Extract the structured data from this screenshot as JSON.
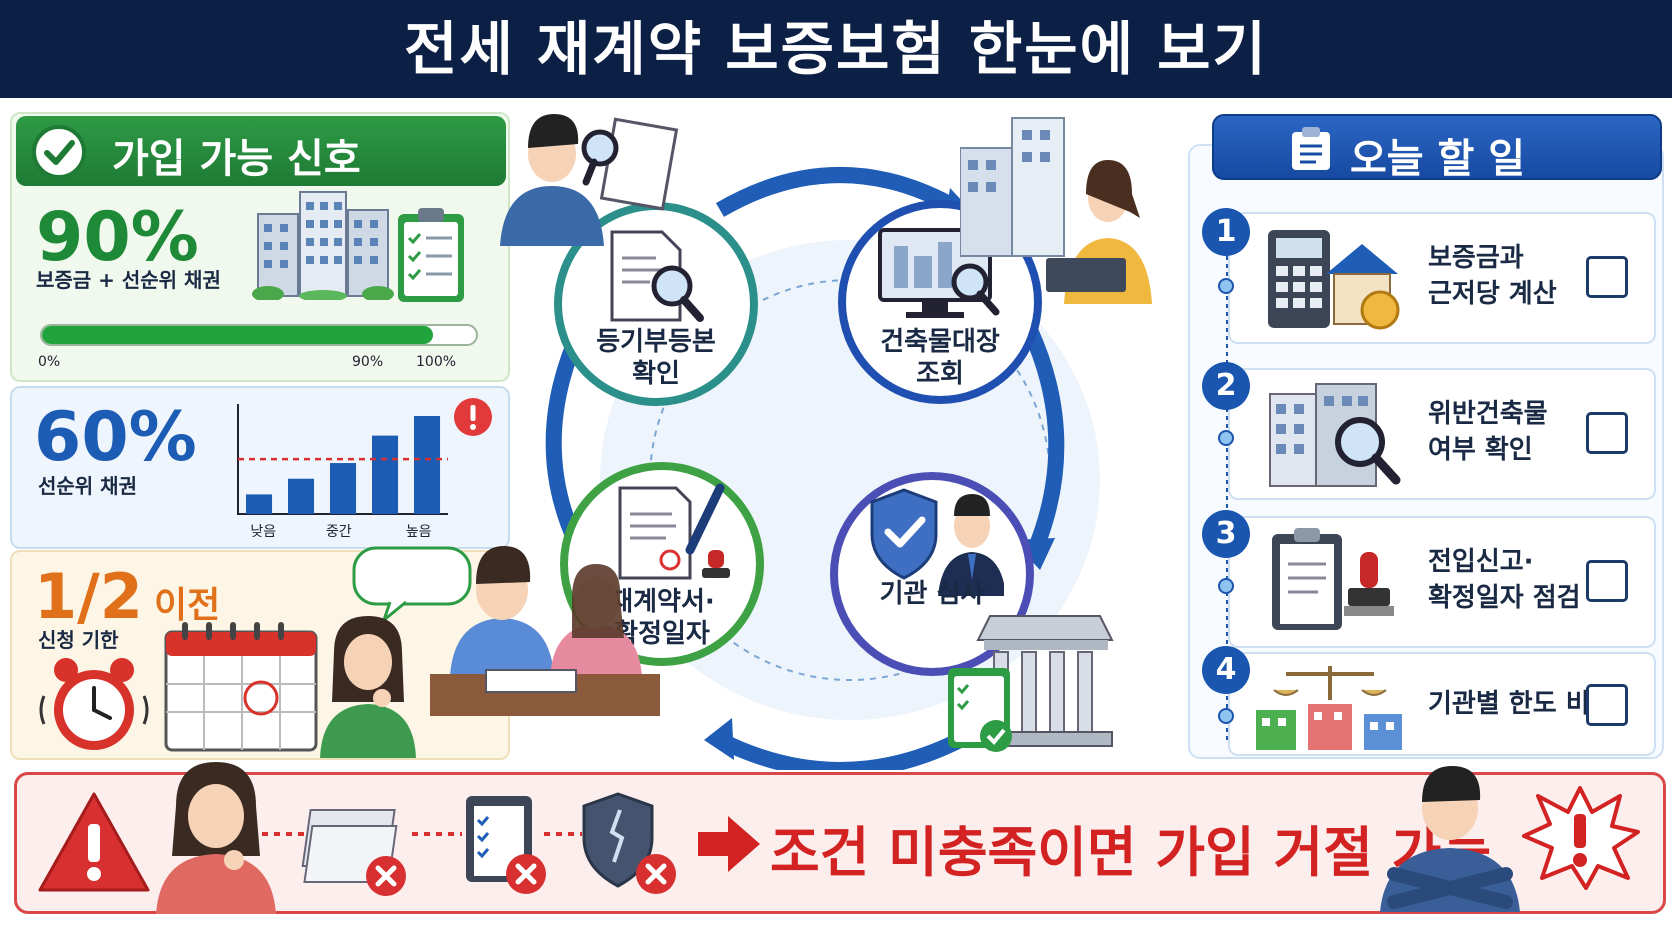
{
  "header": {
    "title": "전세 재계약 보증보험 한눈에 보기"
  },
  "signal": {
    "title": "가입 가능 신호",
    "percent": "90%",
    "label": "보증금 + 선순위 채권",
    "progress": 0.9,
    "tick_min": "0%",
    "tick_mark": "90%",
    "tick_max": "100%"
  },
  "senior": {
    "percent": "60%",
    "label": "선순위 채권",
    "chart_data": {
      "type": "bar",
      "values": [
        1,
        1.8,
        2.6,
        4,
        5
      ],
      "threshold": 2.8,
      "tick_labels": [
        "낮음",
        "중간",
        "높음"
      ]
    }
  },
  "deadline": {
    "fraction": "1/2",
    "suffix": "이전",
    "label": "신청 기한"
  },
  "steps": [
    {
      "label": "등기부등본\n확인"
    },
    {
      "label": "건축물대장\n조회"
    },
    {
      "label": "재계약서·\n확정일자"
    },
    {
      "label": "기관 심사"
    }
  ],
  "todo": {
    "title": "오늘 할 일",
    "items": [
      {
        "num": "1",
        "text": "보증금과\n근저당 계산"
      },
      {
        "num": "2",
        "text": "위반건축물\n여부 확인"
      },
      {
        "num": "3",
        "text": "전입신고·\n확정일자 점검"
      },
      {
        "num": "4",
        "text": "기관별 한도 비교"
      }
    ]
  },
  "warning": {
    "text": "조건 미충족이면 가입 거절 가능"
  },
  "colors": {
    "navy": "#0c1f44",
    "green": "#1e8a37",
    "blue": "#1d5cb4",
    "orange": "#e0711a",
    "red": "#d32222"
  }
}
